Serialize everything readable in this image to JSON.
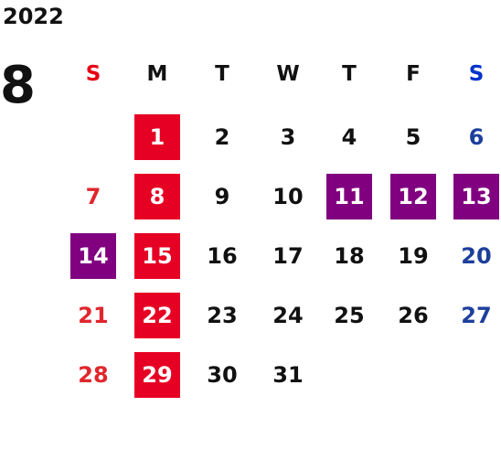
{
  "year": "2022",
  "month": "8",
  "weekdays": [
    {
      "label": "S",
      "kind": "sun"
    },
    {
      "label": "M",
      "kind": "weekday"
    },
    {
      "label": "T",
      "kind": "weekday"
    },
    {
      "label": "W",
      "kind": "weekday"
    },
    {
      "label": "T",
      "kind": "weekday"
    },
    {
      "label": "F",
      "kind": "weekday"
    },
    {
      "label": "S",
      "kind": "sat"
    }
  ],
  "first_weekday_index": 1,
  "days_in_month": 31,
  "days": [
    {
      "day": "1",
      "highlight": "red"
    },
    {
      "day": "2",
      "highlight": null
    },
    {
      "day": "3",
      "highlight": null
    },
    {
      "day": "4",
      "highlight": null
    },
    {
      "day": "5",
      "highlight": null
    },
    {
      "day": "6",
      "highlight": null
    },
    {
      "day": "7",
      "highlight": null
    },
    {
      "day": "8",
      "highlight": "red"
    },
    {
      "day": "9",
      "highlight": null
    },
    {
      "day": "10",
      "highlight": null
    },
    {
      "day": "11",
      "highlight": "purple"
    },
    {
      "day": "12",
      "highlight": "purple"
    },
    {
      "day": "13",
      "highlight": "purple"
    },
    {
      "day": "14",
      "highlight": "purple"
    },
    {
      "day": "15",
      "highlight": "red"
    },
    {
      "day": "16",
      "highlight": null
    },
    {
      "day": "17",
      "highlight": null
    },
    {
      "day": "18",
      "highlight": null
    },
    {
      "day": "19",
      "highlight": null
    },
    {
      "day": "20",
      "highlight": null
    },
    {
      "day": "21",
      "highlight": null
    },
    {
      "day": "22",
      "highlight": "red"
    },
    {
      "day": "23",
      "highlight": null
    },
    {
      "day": "24",
      "highlight": null
    },
    {
      "day": "25",
      "highlight": null
    },
    {
      "day": "26",
      "highlight": null
    },
    {
      "day": "27",
      "highlight": null
    },
    {
      "day": "28",
      "highlight": null
    },
    {
      "day": "29",
      "highlight": "red"
    },
    {
      "day": "30",
      "highlight": null
    },
    {
      "day": "31",
      "highlight": null
    }
  ],
  "colors": {
    "sunday": "#e60012",
    "saturday": "#0033cc",
    "highlight_red": "#e60023",
    "highlight_purple": "#800080",
    "text": "#111111"
  }
}
